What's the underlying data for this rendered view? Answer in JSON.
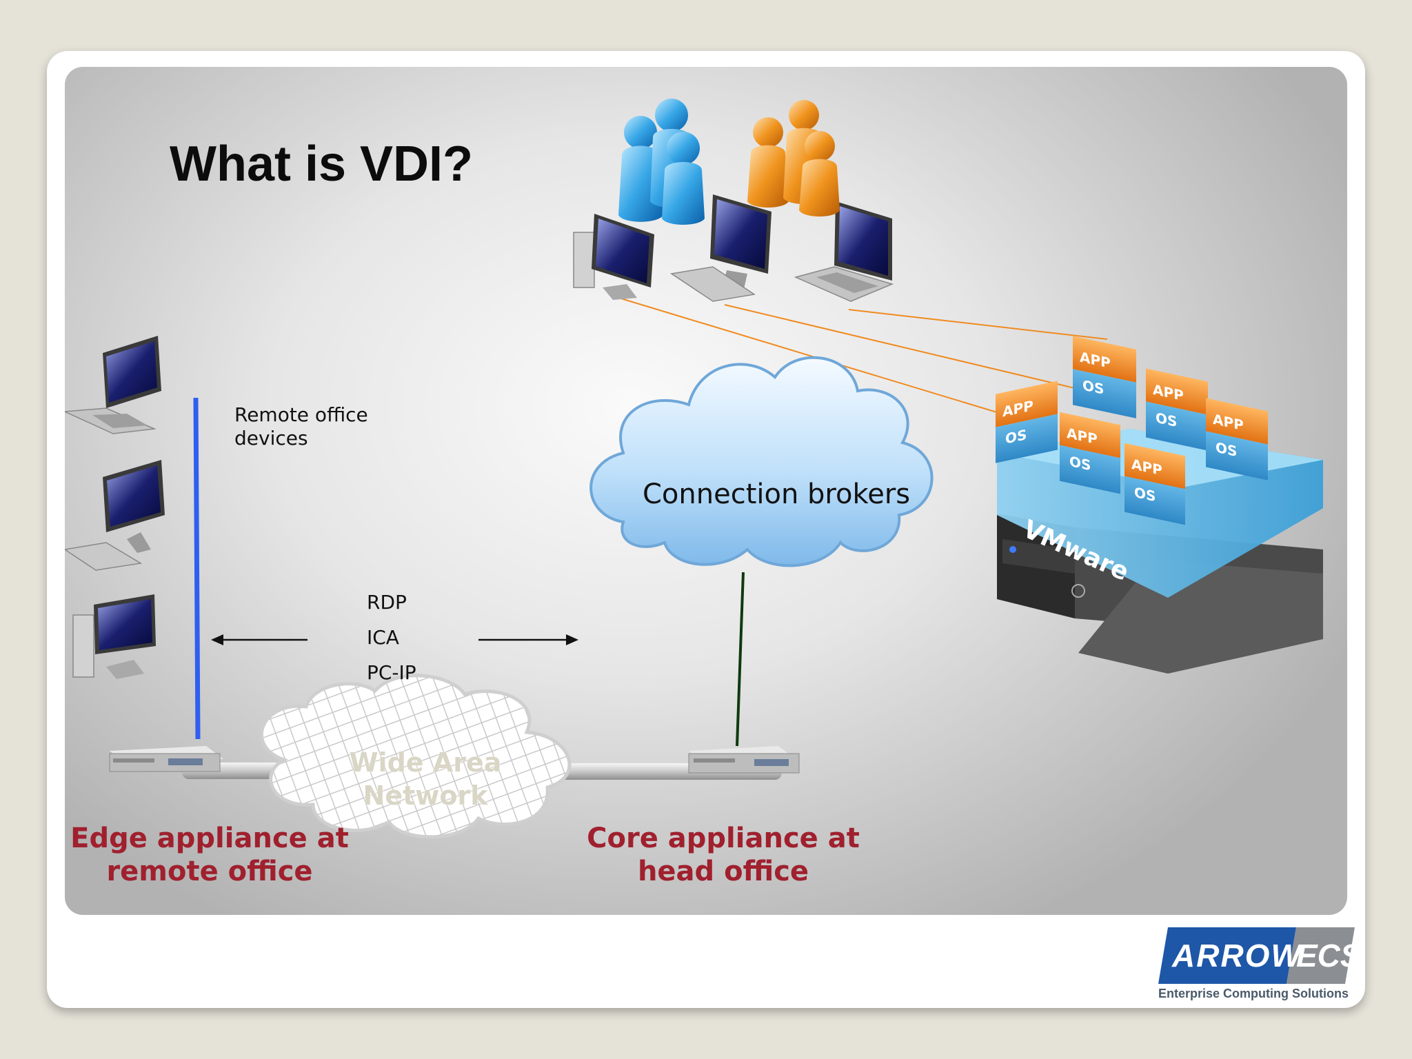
{
  "slide": {
    "title": "What is VDI?",
    "remote_devices_label": "Remote office devices",
    "protocols": [
      "RDP",
      "ICA",
      "PC-IP"
    ],
    "cloud_label": "Connection brokers",
    "wan_label": "Wide Area Network",
    "edge_caption": "Edge appliance at remote office",
    "core_caption": "Core appliance at head office",
    "vm_tile_app": "APP",
    "vm_tile_os": "OS",
    "hypervisor_label": "VMware"
  },
  "logo": {
    "brand": "ARROW",
    "unit": "ECS",
    "tagline": "Enterprise Computing Solutions"
  },
  "colors": {
    "connection_lines": "#f08a1e",
    "remote_bar": "#2f5ff0",
    "broker_link": "#0e3a0e",
    "caption_red": "#a0202e",
    "logo_blue": "#1e57a8",
    "logo_gray": "#8b8f94"
  }
}
